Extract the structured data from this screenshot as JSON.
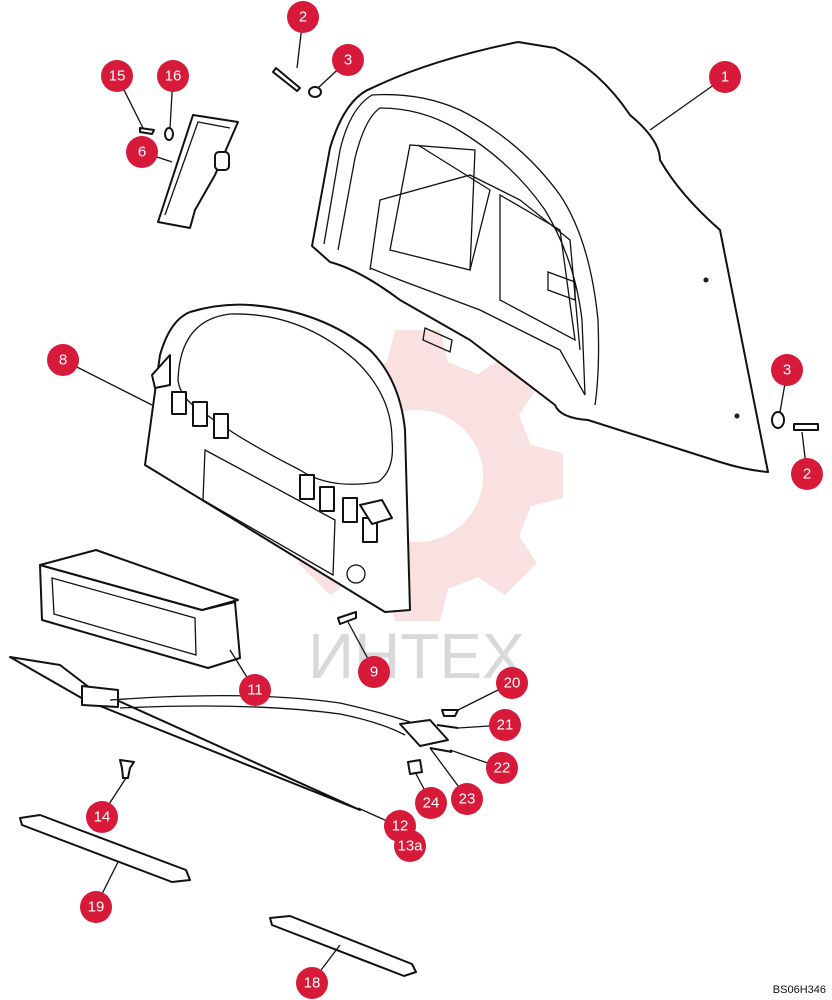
{
  "drawing_code": "BS06H346",
  "watermark_text": "ИНТЕХ",
  "callouts": [
    {
      "id": "c1",
      "label": "1"
    },
    {
      "id": "c2a",
      "label": "2"
    },
    {
      "id": "c2b",
      "label": "2"
    },
    {
      "id": "c3a",
      "label": "3"
    },
    {
      "id": "c3b",
      "label": "3"
    },
    {
      "id": "c6",
      "label": "6"
    },
    {
      "id": "c8",
      "label": "8"
    },
    {
      "id": "c9",
      "label": "9"
    },
    {
      "id": "c11",
      "label": "11"
    },
    {
      "id": "c12",
      "label": "12"
    },
    {
      "id": "c13a",
      "label": "13a"
    },
    {
      "id": "c14",
      "label": "14"
    },
    {
      "id": "c15",
      "label": "15"
    },
    {
      "id": "c16",
      "label": "16"
    },
    {
      "id": "c18",
      "label": "18"
    },
    {
      "id": "c19",
      "label": "19"
    },
    {
      "id": "c20",
      "label": "20"
    },
    {
      "id": "c21",
      "label": "21"
    },
    {
      "id": "c22",
      "label": "22"
    },
    {
      "id": "c23",
      "label": "23"
    },
    {
      "id": "c24",
      "label": "24"
    }
  ]
}
